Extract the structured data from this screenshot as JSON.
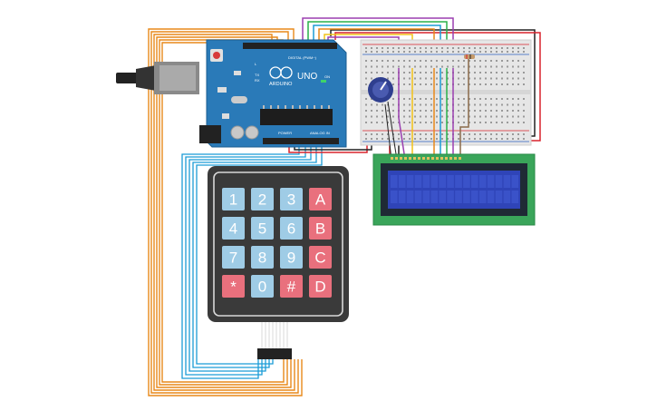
{
  "arduino": {
    "brand": "ARDUINO",
    "model": "UNO",
    "digital_label": "DIGITAL (PWM~)",
    "power_label": "POWER",
    "analog_label": "ANALOG IN",
    "tx": "TX",
    "rx": "RX",
    "l": "L",
    "on": "ON"
  },
  "keypad": {
    "keys": [
      {
        "label": "1",
        "kind": "digit"
      },
      {
        "label": "2",
        "kind": "digit"
      },
      {
        "label": "3",
        "kind": "digit"
      },
      {
        "label": "A",
        "kind": "letter"
      },
      {
        "label": "4",
        "kind": "digit"
      },
      {
        "label": "5",
        "kind": "digit"
      },
      {
        "label": "6",
        "kind": "digit"
      },
      {
        "label": "B",
        "kind": "letter"
      },
      {
        "label": "7",
        "kind": "digit"
      },
      {
        "label": "8",
        "kind": "digit"
      },
      {
        "label": "9",
        "kind": "digit"
      },
      {
        "label": "C",
        "kind": "letter"
      },
      {
        "label": "*",
        "kind": "letter"
      },
      {
        "label": "0",
        "kind": "digit"
      },
      {
        "label": "#",
        "kind": "letter"
      },
      {
        "label": "D",
        "kind": "letter"
      }
    ]
  },
  "colors": {
    "digit_key": "#9fcce6",
    "letter_key": "#e9707d",
    "keypad_body": "#333333",
    "arduino_board": "#2a7ab8",
    "lcd_pcb": "#3aa55a",
    "lcd_screen": "#2f44b8",
    "wire_orange": "#e8891a",
    "wire_blue": "#1b9cd6"
  }
}
